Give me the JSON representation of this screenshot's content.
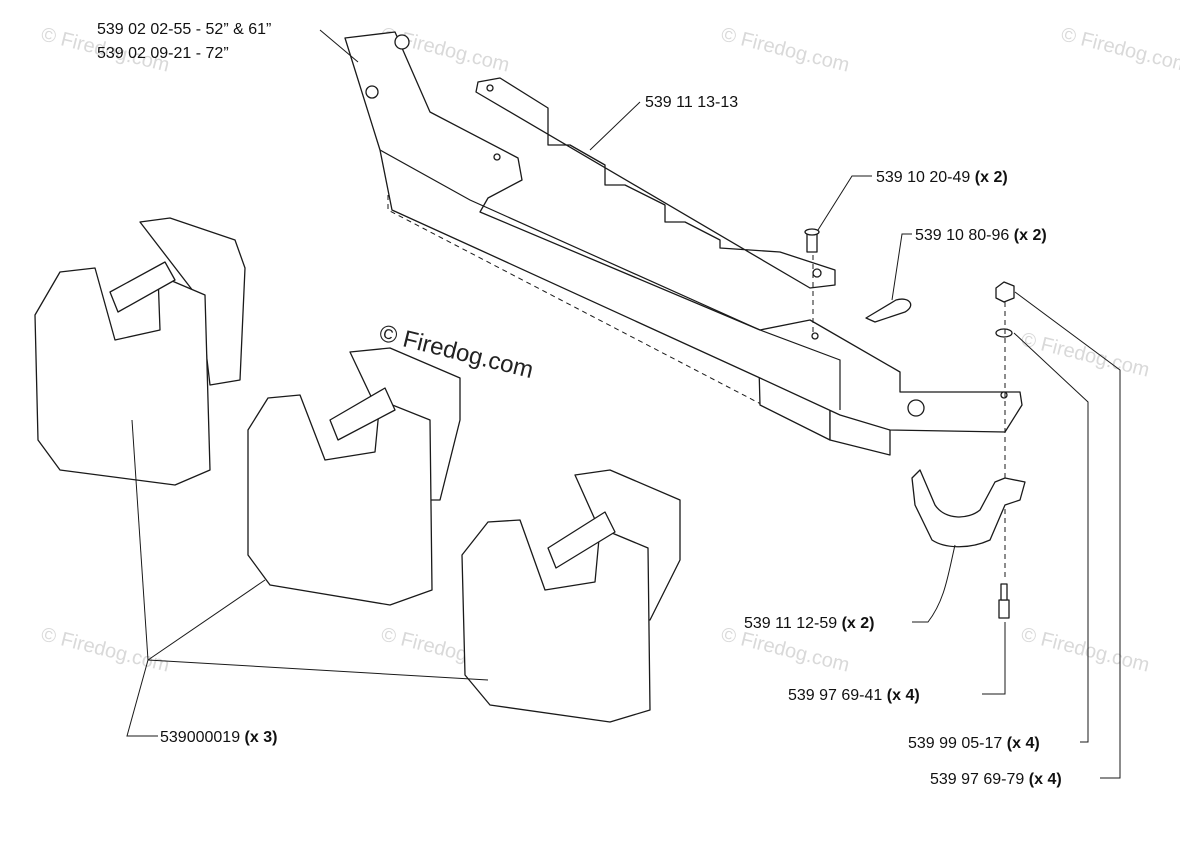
{
  "watermark": {
    "text": "© Firedog.com",
    "color": "#d9d9d9"
  },
  "center_watermark": "© Firedog.com",
  "labels": {
    "bracket_a": "539 02 02-55 - 52” & 61”",
    "bracket_b": "539 02 09-21 - 72”",
    "bar": "539 11 13-13",
    "pin_num": "539 10 20-49",
    "pin_qty": "(x 2)",
    "clip_num": "539 10 80-96",
    "clip_qty": "(x 2)",
    "clamp_num": "539 11 12-59",
    "clamp_qty": "(x 2)",
    "bolt_num": "539 97 69-41",
    "bolt_qty": "(x 4)",
    "washer_num": "539 99 05-17",
    "washer_qty": "(x 4)",
    "nut_num": "539 97 69-79",
    "nut_qty": "(x 4)",
    "weight_num": "539000019",
    "weight_qty": "(x 3)"
  }
}
